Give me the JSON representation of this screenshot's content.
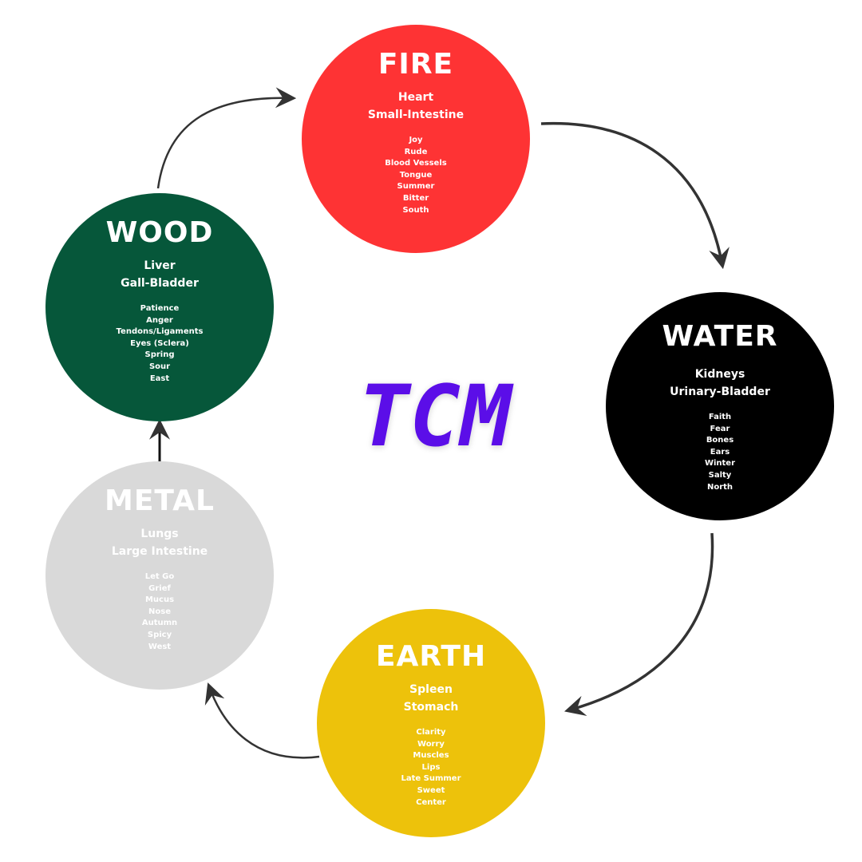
{
  "title": "TCM",
  "colors": {
    "title": "#5b0ee8",
    "arrow": "#333333"
  },
  "elements": [
    {
      "key": "fire",
      "name": "FIRE",
      "organs": [
        "Heart",
        "Small-Intestine"
      ],
      "attributes": [
        "Joy",
        "Rude",
        "Blood Vessels",
        "Tongue",
        "Summer",
        "Bitter",
        "South"
      ],
      "color": "#fe3334",
      "text_color": "#ffffff"
    },
    {
      "key": "water",
      "name": "WATER",
      "organs": [
        "Kidneys",
        "Urinary-Bladder"
      ],
      "attributes": [
        "Faith",
        "Fear",
        "Bones",
        "Ears",
        "Winter",
        "Salty",
        "North"
      ],
      "color": "#000000",
      "text_color": "#ffffff"
    },
    {
      "key": "earth",
      "name": "EARTH",
      "organs": [
        "Spleen",
        "Stomach"
      ],
      "attributes": [
        "Clarity",
        "Worry",
        "Muscles",
        "Lips",
        "Late Summer",
        "Sweet",
        "Center"
      ],
      "color": "#edc20b",
      "text_color": "#ffffff"
    },
    {
      "key": "metal",
      "name": "METAL",
      "organs": [
        "Lungs",
        "Large Intestine"
      ],
      "attributes": [
        "Let Go",
        "Grief",
        "Mucus",
        "Nose",
        "Autumn",
        "Spicy",
        "West"
      ],
      "color": "#d9d9d9",
      "text_color": "#ffffff"
    },
    {
      "key": "wood",
      "name": "WOOD",
      "organs": [
        "Liver",
        "Gall-Bladder"
      ],
      "attributes": [
        "Patience",
        "Anger",
        "Tendons/Ligaments",
        "Eyes (Sclera)",
        "Spring",
        "Sour",
        "East"
      ],
      "color": "#06573a",
      "text_color": "#ffffff"
    }
  ]
}
